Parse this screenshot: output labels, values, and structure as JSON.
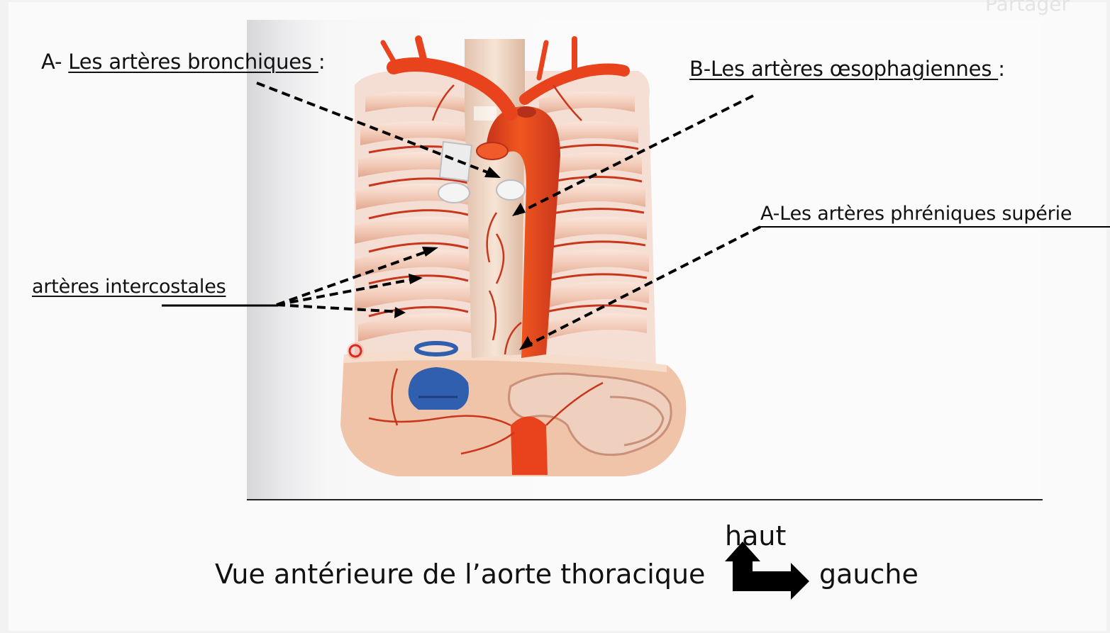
{
  "share_label": "Partager",
  "labels": {
    "bronchial_prefix": "A- ",
    "bronchial_text": "Les artères bronchiques ",
    "bronchial_suffix": ":",
    "esophageal_text": "B-Les artères œsophagiennes ",
    "esophageal_suffix": ":",
    "phrenic_text": "A-Les artères phréniques supérie",
    "intercostal_text": "artères intercostales"
  },
  "caption": "Vue antérieure de l’aorte thoracique",
  "orientation": {
    "up_label": "haut",
    "left_label": "gauche"
  },
  "colors": {
    "aorta": "#e8431d",
    "artery_branch": "#c9361c",
    "rib": "#f3d2c2",
    "esophagus": "#efd8c6",
    "vein_blue": "#2f5fae",
    "diaphragm": "#efc4a8"
  }
}
